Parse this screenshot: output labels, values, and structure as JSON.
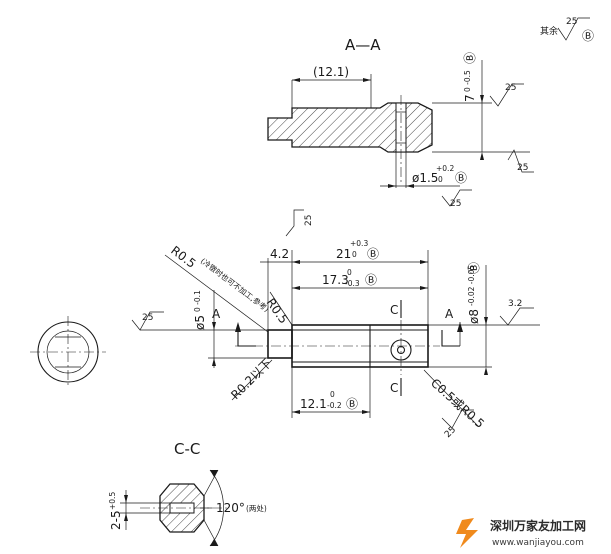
{
  "section_a_title": "A—A",
  "section_c_title": "C-C",
  "general_roughness": {
    "prefix": "其余",
    "value": "25",
    "mark": "Ⓑ"
  },
  "section_a": {
    "dim_length": "(12.1)",
    "dim_height": "7",
    "dim_height_tol": "0 -0.5",
    "dim_hole": "ø1.5",
    "dim_hole_tol_upper": "+0.2",
    "dim_hole_tol_lower": "0",
    "mark": "Ⓑ",
    "roughness": [
      "25",
      "25",
      "25"
    ]
  },
  "main_view": {
    "dim_overall": "21",
    "dim_overall_tol_upper": "+0.3",
    "dim_overall_tol_lower": "0",
    "dim_step": "17.3",
    "dim_step_tol_upper": "0",
    "dim_step_tol_lower": "-0.3",
    "dim_left_gap": "4.2",
    "dim_lower": "12.1",
    "dim_lower_tol_upper": "0",
    "dim_lower_tol_lower": "-0.2",
    "dim_left_dia": "ø5",
    "dim_left_dia_tol": "0 -0.1",
    "dim_right_dia": "ø8",
    "dim_right_dia_tol": "-0.02 -0.05",
    "radius_note": "R0.5",
    "radius_note_paren": "(冷镦时也可不加工,参考)",
    "radius_inner": "R0.5",
    "radius_lower": "R0.2以下",
    "chamfer": "C0.5或R0.5",
    "cut_a_left": "A",
    "cut_a_right": "A",
    "cut_c_top": "C",
    "cut_c_bottom": "C",
    "mark": "Ⓑ",
    "roughness_top": "25",
    "roughness_left": "25",
    "roughness_right": "3.2",
    "roughness_bottom": "25"
  },
  "section_c": {
    "dim_width": "2-5",
    "dim_width_tol": "+0.5",
    "angle": "120°",
    "angle_note": "(两处)"
  },
  "watermark": {
    "name": "深圳万家友加工网",
    "url": "www.wanjiayou.com",
    "accent": "#f08a1c"
  }
}
